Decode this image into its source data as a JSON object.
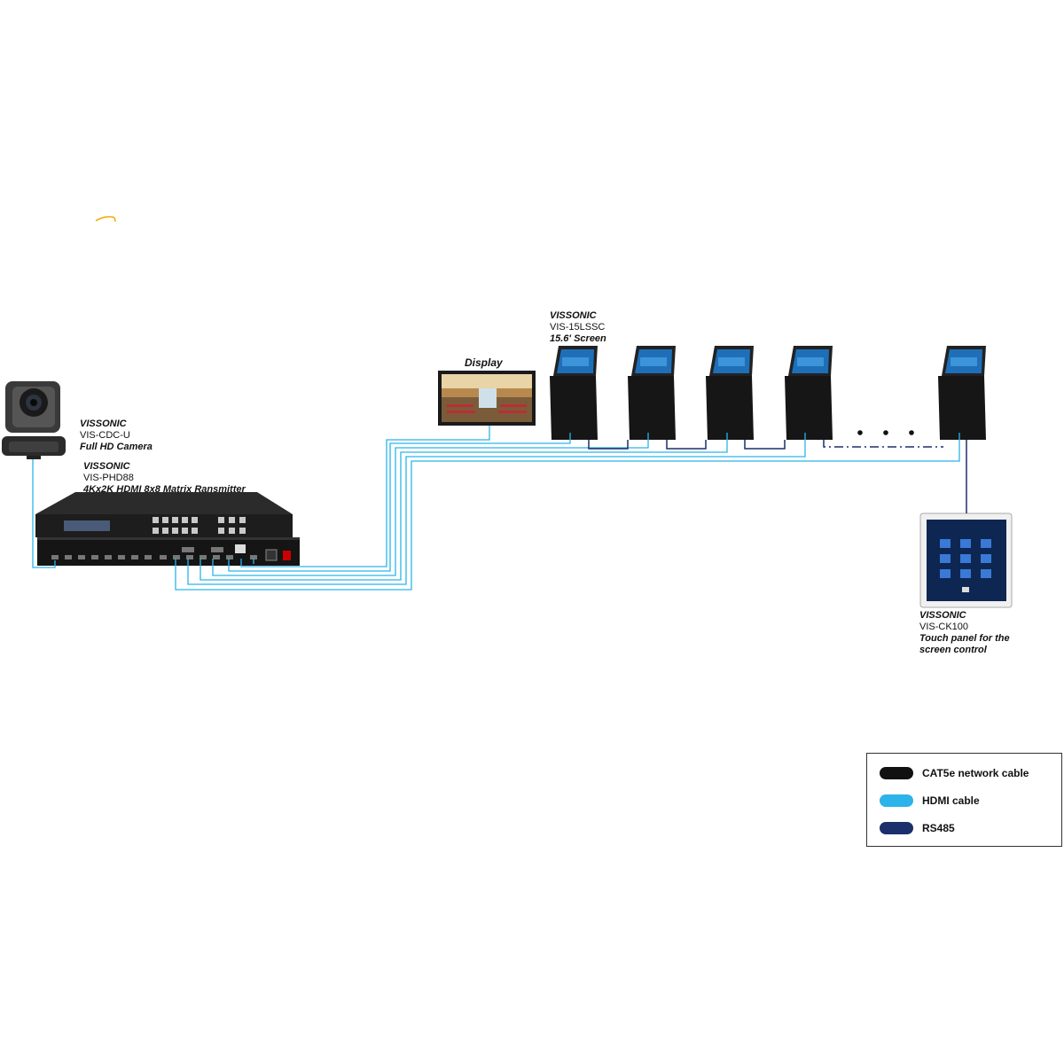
{
  "colors": {
    "cat5e": "#111111",
    "hdmi": "#2bb3ea",
    "rs485": "#1c2e6b",
    "orange_mark": "#f2a900"
  },
  "camera": {
    "brand": "VISSONIC",
    "model": "VIS-CDC-U",
    "desc": "Full HD Camera"
  },
  "matrix": {
    "brand": "VISSONIC",
    "model": "VIS-PHD88",
    "desc": "4Kx2K HDMI 8x8 Matrix Ransmitter"
  },
  "display": {
    "title": "Display"
  },
  "screen": {
    "brand": "VISSONIC",
    "model": "VIS-15LSSC",
    "desc": "15.6' Screen"
  },
  "touch_panel": {
    "brand": "VISSONIC",
    "model": "VIS-CK100",
    "desc_line1": "Touch panel for the",
    "desc_line2": "screen control"
  },
  "ellipsis": "• • •",
  "legend": [
    {
      "label": "CAT5e network cable",
      "color": "#111111"
    },
    {
      "label": "HDMI cable",
      "color": "#2bb3ea"
    },
    {
      "label": "RS485",
      "color": "#1c2e6b"
    }
  ]
}
